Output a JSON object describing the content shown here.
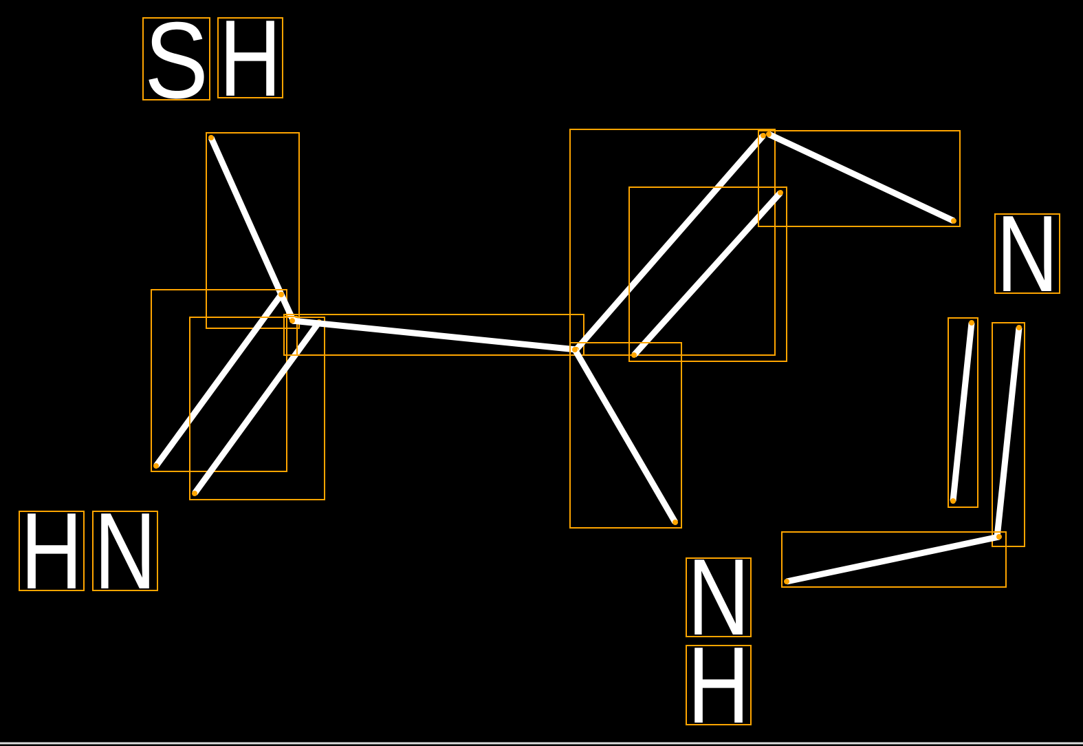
{
  "diagram": {
    "title": "",
    "atoms": [
      {
        "id": "sh-s",
        "label": "S"
      },
      {
        "id": "sh-h",
        "label": "H"
      },
      {
        "id": "n-right",
        "label": "N"
      },
      {
        "id": "hn-h",
        "label": "H"
      },
      {
        "id": "hn-n",
        "label": "N"
      },
      {
        "id": "nh-n",
        "label": "N"
      },
      {
        "id": "nh-h",
        "label": "H"
      }
    ],
    "colors": {
      "background": "#000000",
      "bond": "#FFFFFF",
      "box": "#FFA500",
      "text": "#FFFFFF"
    }
  }
}
